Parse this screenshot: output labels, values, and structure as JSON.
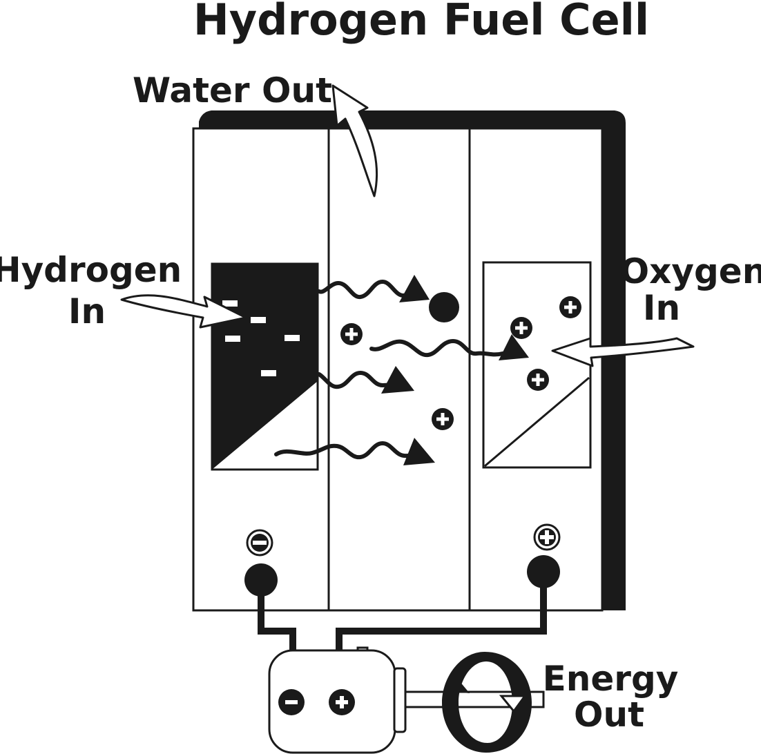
{
  "title": "Hydrogen Fuel Cell",
  "labels": {
    "water_out": "Water Out",
    "hydrogen_in_line1": "Hydrogen",
    "hydrogen_in_line2": "In",
    "oxygen_in_line1": "Oxygen",
    "oxygen_in_line2": "In",
    "energy_out_line1": "Energy",
    "energy_out_line2": "Out"
  },
  "terminals": {
    "negative": "−",
    "positive": "+"
  },
  "motor_terminals": {
    "negative": "−",
    "positive": "+"
  },
  "charges": {
    "electron": "−",
    "ion": "+"
  },
  "colors": {
    "ink": "#1a1a1a",
    "paper": "#ffffff"
  }
}
